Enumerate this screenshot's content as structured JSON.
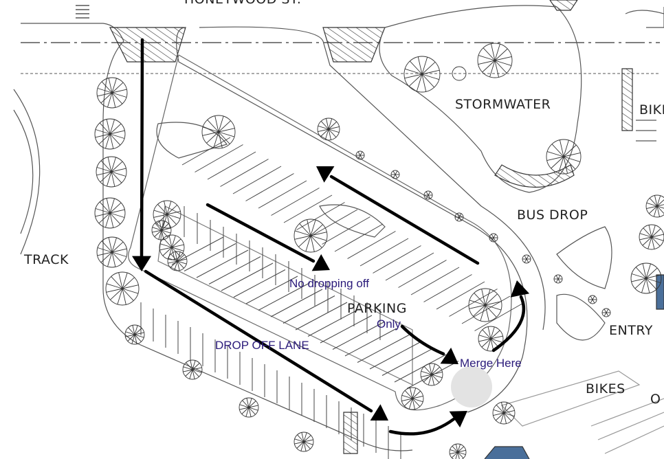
{
  "plan_labels": {
    "street": "HONEYWOOD ST.",
    "stormwater": "STORMWATER",
    "bike": "BIKE",
    "bus_drop": "BUS DROP",
    "track": "TRACK",
    "entry": "ENTRY",
    "bikes": "BIKES",
    "partial_right": "O",
    "parking": "PARKING"
  },
  "annotations": {
    "drop_off_lane": "DROP OFF LANE",
    "no_dropping_off": "No dropping off",
    "only": "Only",
    "merge_here": "Merge Here"
  },
  "colors": {
    "annotation_text": "#2a1a7a",
    "arrow": "#000000",
    "merge_marker": "#e3e3e3",
    "linework": "#555555",
    "building_blue": "#4a6f9a"
  }
}
